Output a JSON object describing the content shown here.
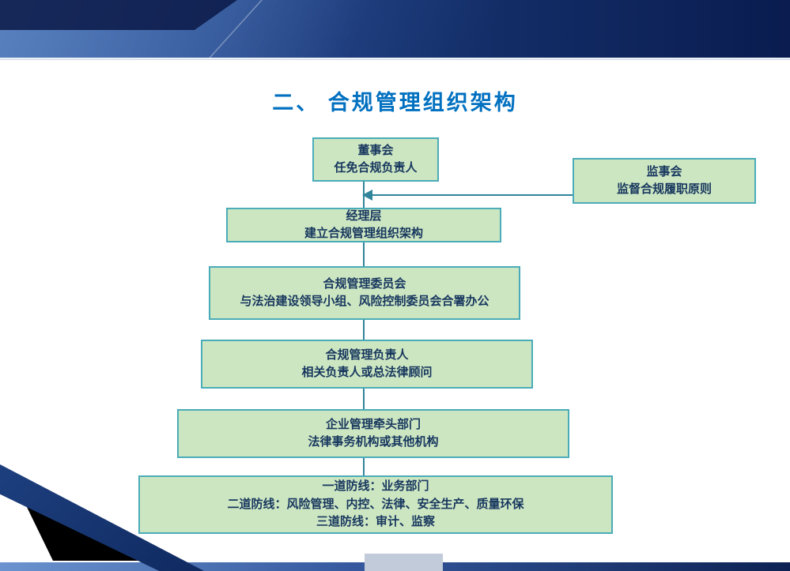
{
  "slide": {
    "title": "二、 合规管理组织架构"
  },
  "flowchart": {
    "nodes": [
      {
        "id": "board",
        "lines": [
          "董事会",
          "任免合规负责人"
        ]
      },
      {
        "id": "supervisory-board",
        "lines": [
          "监事会",
          "监督合规履职原则"
        ]
      },
      {
        "id": "management-level",
        "lines": [
          "经理层",
          "建立合规管理组织架构"
        ]
      },
      {
        "id": "compliance-committee",
        "lines": [
          "合规管理委员会",
          "与法治建设领导小组、风险控制委员会合署办公"
        ]
      },
      {
        "id": "compliance-officer",
        "lines": [
          "合规管理负责人",
          "相关负责人或总法律顾问"
        ]
      },
      {
        "id": "lead-department",
        "lines": [
          "企业管理牵头部门",
          "法律事务机构或其他机构"
        ]
      },
      {
        "id": "defense-lines",
        "lines": [
          "一道防线：业务部门",
          "二道防线：风险管理、内控、法律、安全生产、质量环保",
          "三道防线：审计、监察"
        ]
      }
    ]
  },
  "colors": {
    "title": "#0070C0",
    "node_fill": "#CDE6C2",
    "node_border": "#4AACB8",
    "node_text": "#17375E",
    "connector": "#31859B"
  }
}
